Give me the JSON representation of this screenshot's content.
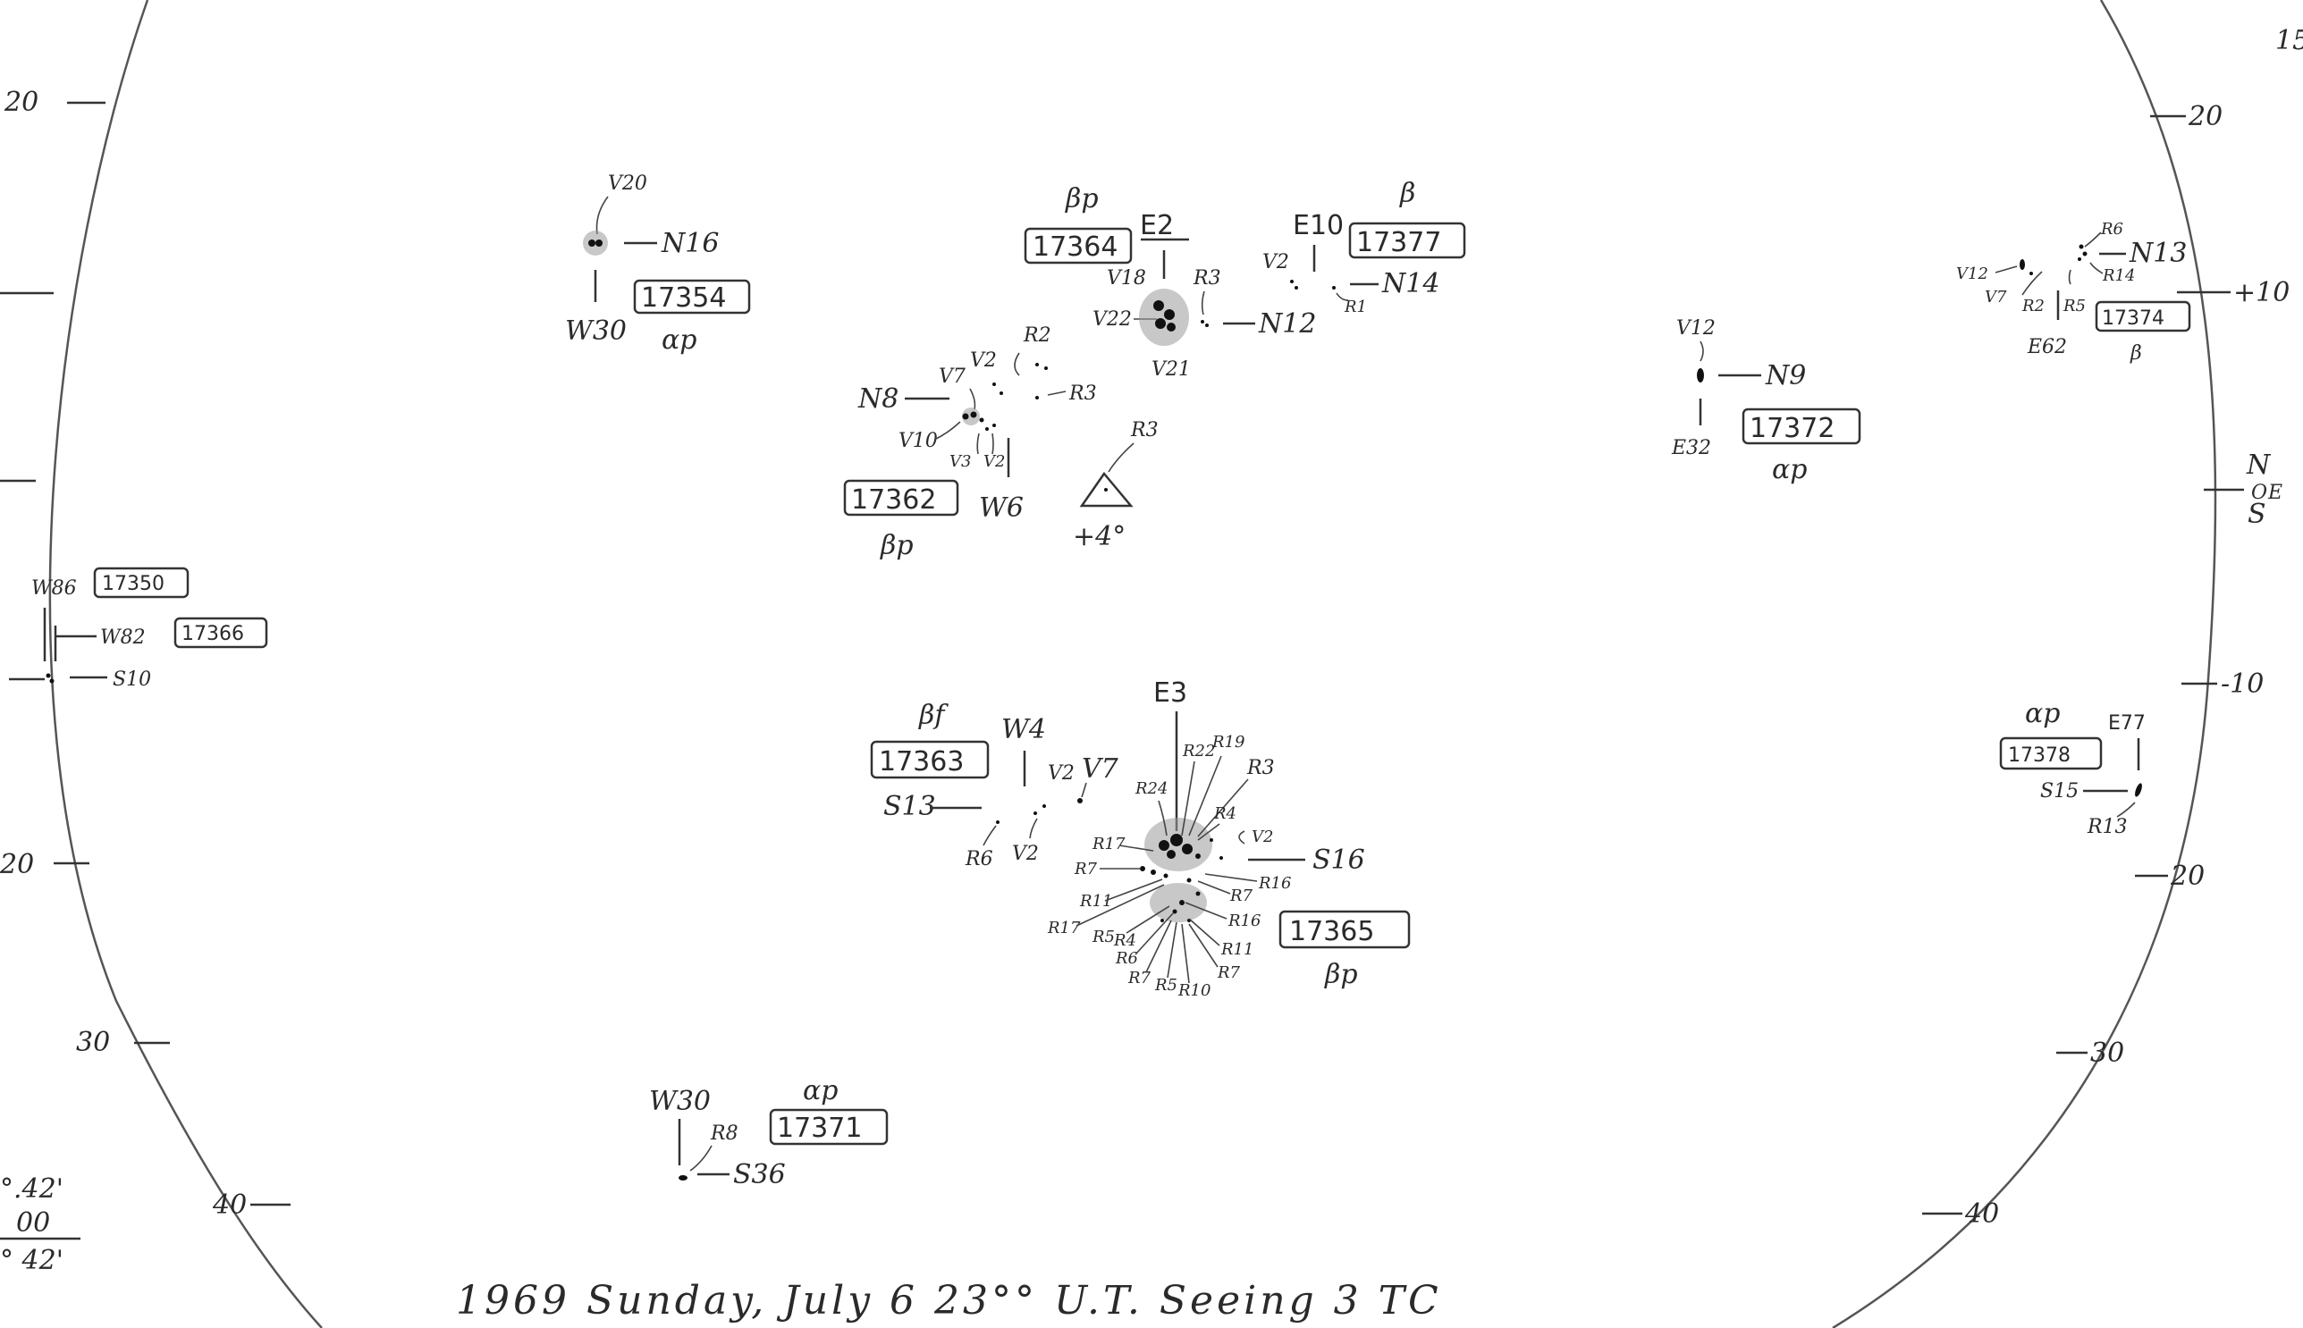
{
  "left_scale": {
    "ticks": [
      "20",
      "",
      "",
      "20",
      "30",
      "40"
    ]
  },
  "right_scale": {
    "ticks": [
      "20",
      "+10",
      "-10",
      "20",
      "30",
      "40"
    ],
    "corner": "15"
  },
  "orientation": {
    "n": "N",
    "o": "O",
    "e": "E",
    "s": "S"
  },
  "regions": [
    {
      "id": "17350",
      "lat": "",
      "lon": "W86",
      "class": ""
    },
    {
      "id": "17366",
      "lat": "S10",
      "lon": "W82",
      "class": ""
    },
    {
      "id": "17354",
      "lat": "N16",
      "lon": "W30",
      "class": "αp",
      "spot_label": "V20"
    },
    {
      "id": "17364",
      "lat": "N12",
      "lon": "E2",
      "class": "βp",
      "spots": [
        "V18",
        "V22",
        "V21",
        "R3"
      ]
    },
    {
      "id": "17377",
      "lat": "N14",
      "lon": "E10",
      "class": "β",
      "spots": [
        "V2",
        "R1"
      ]
    },
    {
      "id": "17362",
      "lat": "N8",
      "lon": "W6",
      "class": "βp",
      "spots": [
        "V7",
        "V2",
        "R2",
        "R3",
        "V10",
        "V3",
        "V2"
      ]
    },
    {
      "id": "17372",
      "lat": "N9",
      "lon": "E32",
      "class": "αp",
      "spot_label": "V12"
    },
    {
      "id": "17374",
      "lat": "N13",
      "lon": "E62",
      "class": "β",
      "spots": [
        "V12",
        "R6",
        "R14",
        "V7",
        "R2",
        "R5"
      ]
    },
    {
      "id": "17363",
      "lat": "S13",
      "lon": "W4",
      "class": "βf",
      "spots": [
        "V2",
        "V7",
        "R6",
        "V2"
      ]
    },
    {
      "id": "17365",
      "lat": "S16",
      "lon": "E3",
      "class": "βp",
      "spots": [
        "R24",
        "R22",
        "R19",
        "R3",
        "R4",
        "V2",
        "R17",
        "R7",
        "R16",
        "R11",
        "R7",
        "R17",
        "R5",
        "R4",
        "R6",
        "R16",
        "R11",
        "R7",
        "R5",
        "R10",
        "R7"
      ]
    },
    {
      "id": "17378",
      "lat": "S15",
      "lon": "E77",
      "class": "αp",
      "spot_label": "R13"
    },
    {
      "id": "17371",
      "lat": "S36",
      "lon": "W30",
      "class": "αp",
      "spot_label": "R8"
    }
  ],
  "flare_marker": {
    "label": "R3",
    "value": "+4°"
  },
  "margin_note": {
    "line1": "°.42'",
    "line2": "00",
    "line3": "° 42'"
  },
  "footer": "1969 Sunday, July 6   23°° U.T.   Seeing 3   TC"
}
